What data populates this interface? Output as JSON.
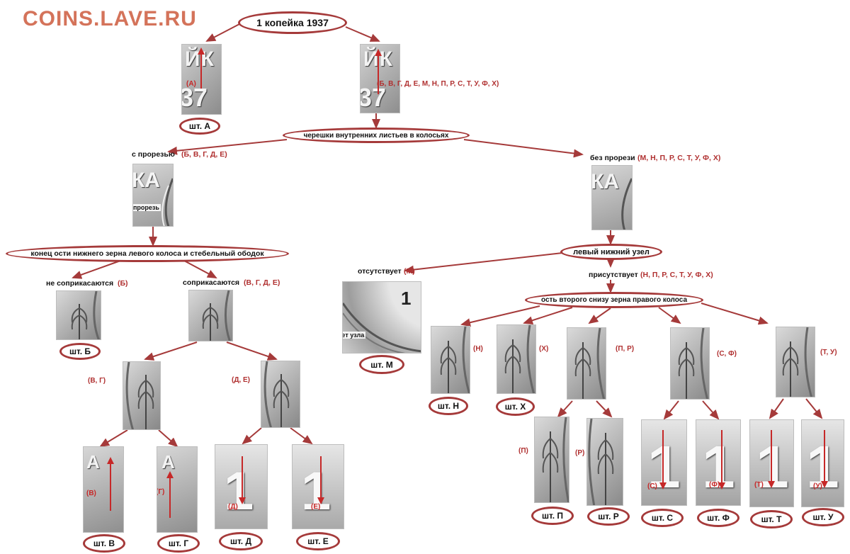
{
  "header": {
    "logo": "COINS.LAVE.RU"
  },
  "root": {
    "title": "1 копейка 1937"
  },
  "first_split": {
    "left_photo_letters": "ЙК",
    "left_photo_digits": "37",
    "left_photo_mark": "(А)",
    "right_photo_letters": "ЙК",
    "right_photo_digits": "37",
    "right_photo_mark": "(Б, В, Г, Д, Е, М, Н, П, Р, С, Т, У, Ф, Х)"
  },
  "stamps": {
    "A": "шт. А",
    "B": "шт. Б",
    "V": "шт. В",
    "G": "шт. Г",
    "D": "шт. Д",
    "E": "шт. Е",
    "M": "шт. М",
    "N": "шт. Н",
    "H": "шт. Х",
    "P": "шт. П",
    "R": "шт. Р",
    "S": "шт. С",
    "F": "шт. Ф",
    "T": "шт. Т",
    "U": "шт. У"
  },
  "q_stems": {
    "question": "черешки внутренних листьев в колосьях",
    "with_slot": "с прорезью",
    "with_slot_list": "(Б, В, Г, Д, Е)",
    "slot_caption": "прорезь",
    "slot_photo_letters": "КА",
    "no_slot": "без прорези",
    "no_slot_list": "(М, Н, П, Р, С, Т, У, Ф, Х)",
    "no_slot_photo_letters": "КА"
  },
  "q_awn": {
    "question": "конец ости нижнего зерна левого колоса и стебельный ободок",
    "no_touch": "не соприкасаются",
    "no_touch_list": "(Б)",
    "touch": "соприкасаются",
    "touch_list": "(В, Г, Д, Е)",
    "vg": "(В, Г)",
    "de": "(Д, Е)",
    "v_mark": "(В)",
    "g_mark": "(Г)",
    "d_mark": "(Д)",
    "e_mark": "(Е)",
    "letter_A": "А"
  },
  "q_knot": {
    "question": "левый нижний узел",
    "absent": "отсутствует",
    "absent_list": "(М)",
    "no_knot": "нет узла",
    "present": "присутствует",
    "present_list": "(Н, П, Р, С, Т, У, Ф, Х)",
    "m_digit": "1"
  },
  "q_axis": {
    "question": "ость второго снизу зерна правого колоса",
    "n": "(Н)",
    "h": "(Х)",
    "pr": "(П, Р)",
    "sf": "(С, Ф)",
    "tu": "(Т, У)",
    "p": "(П)",
    "r": "(Р)",
    "s": "(С)",
    "f": "(Ф)",
    "t": "(Т)",
    "u": "(У)",
    "digit": "1"
  },
  "colors": {
    "accent": "#a53a3a",
    "logo": "#d4735a",
    "mark": "#c62828"
  }
}
